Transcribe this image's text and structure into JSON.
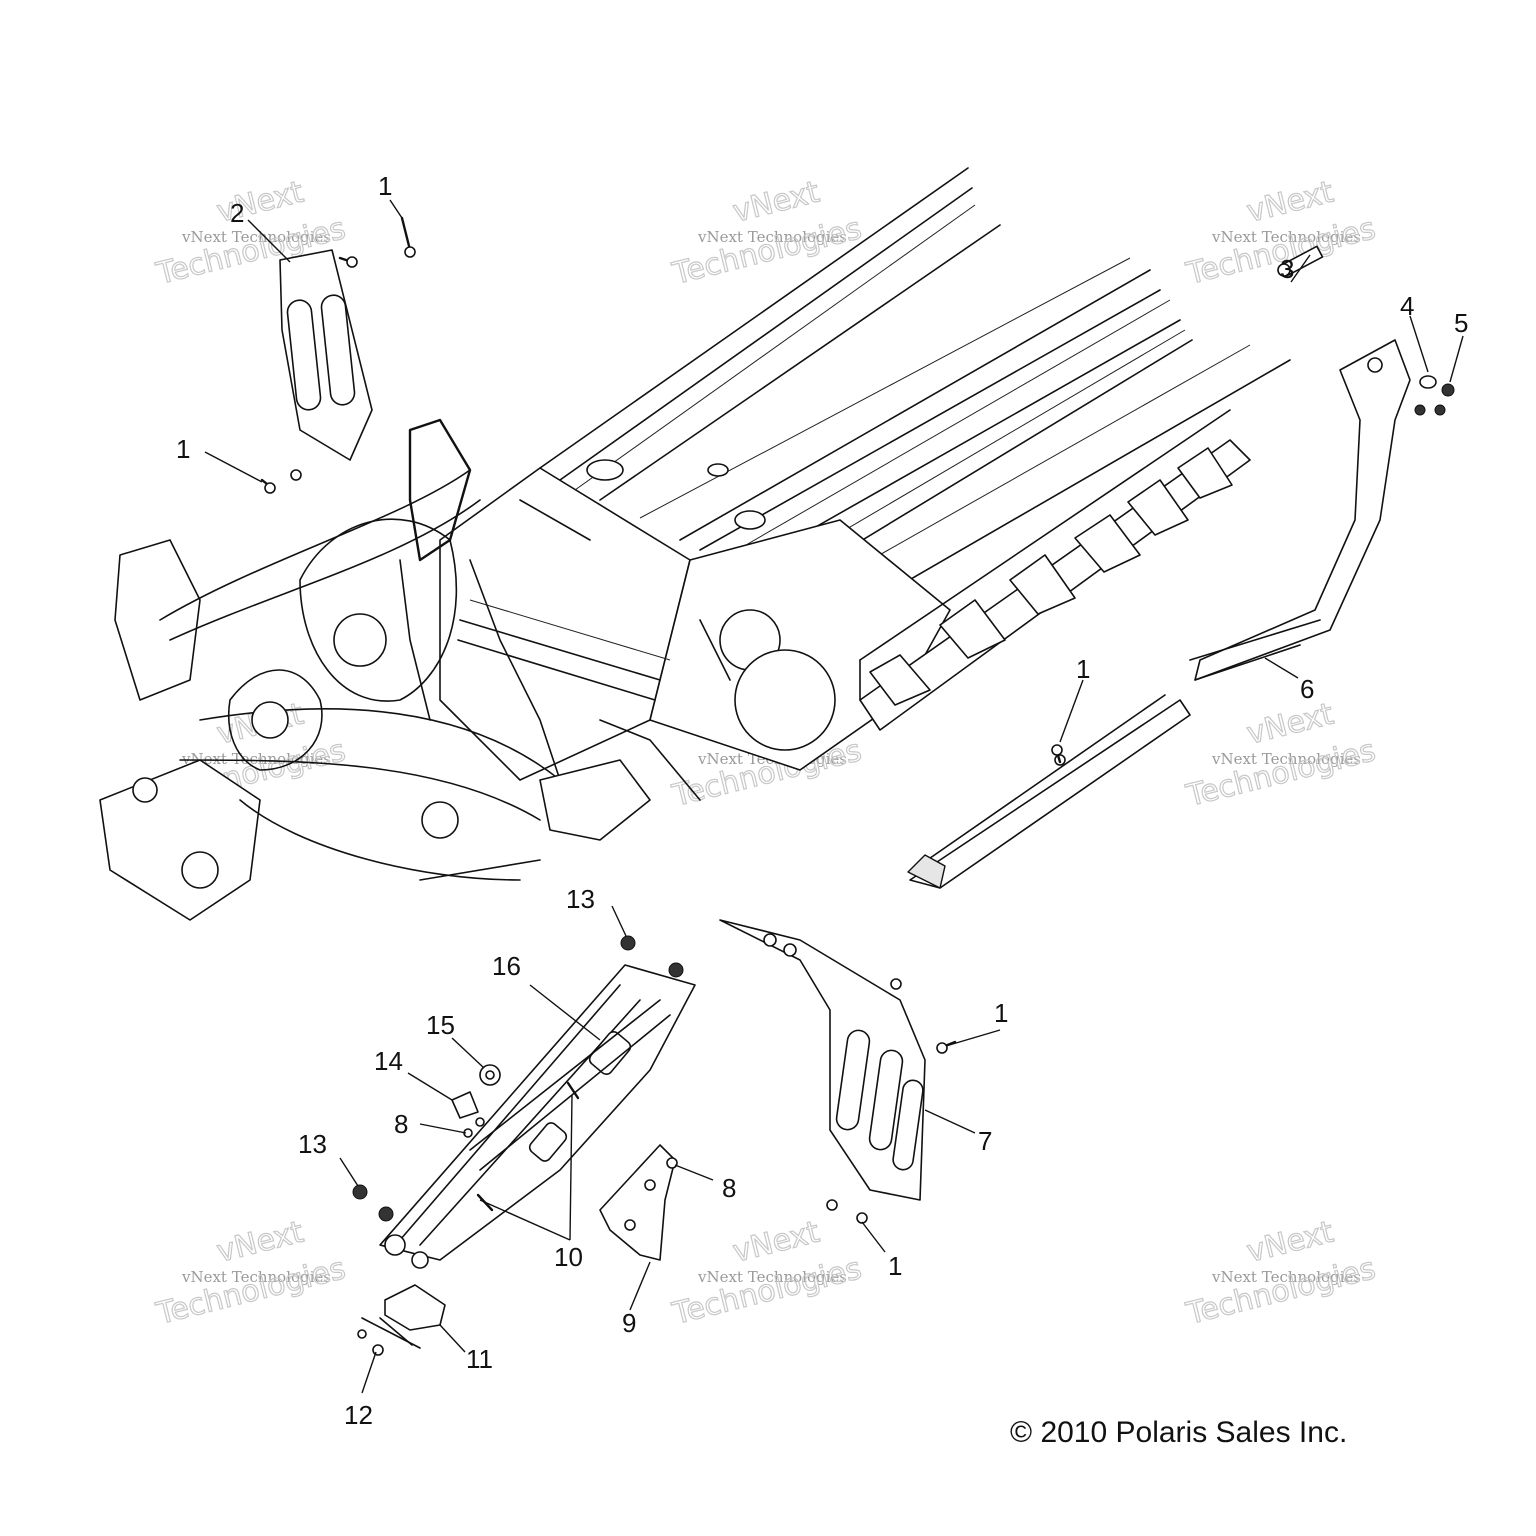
{
  "copyright": "© 2010 Polaris Sales Inc.",
  "watermark": {
    "line1": "vNext",
    "line2": "vNext Technologies",
    "line3": "Technologies"
  },
  "callouts": {
    "c1a": "1",
    "c1b": "1",
    "c1c": "1",
    "c1d": "1",
    "c1e": "1",
    "c2": "2",
    "c3": "3",
    "c4": "4",
    "c5": "5",
    "c6": "6",
    "c7": "7",
    "c8a": "8",
    "c8b": "8",
    "c9": "9",
    "c10": "10",
    "c11": "11",
    "c12": "12",
    "c13a": "13",
    "c13b": "13",
    "c14": "14",
    "c15": "15",
    "c16": "16"
  }
}
